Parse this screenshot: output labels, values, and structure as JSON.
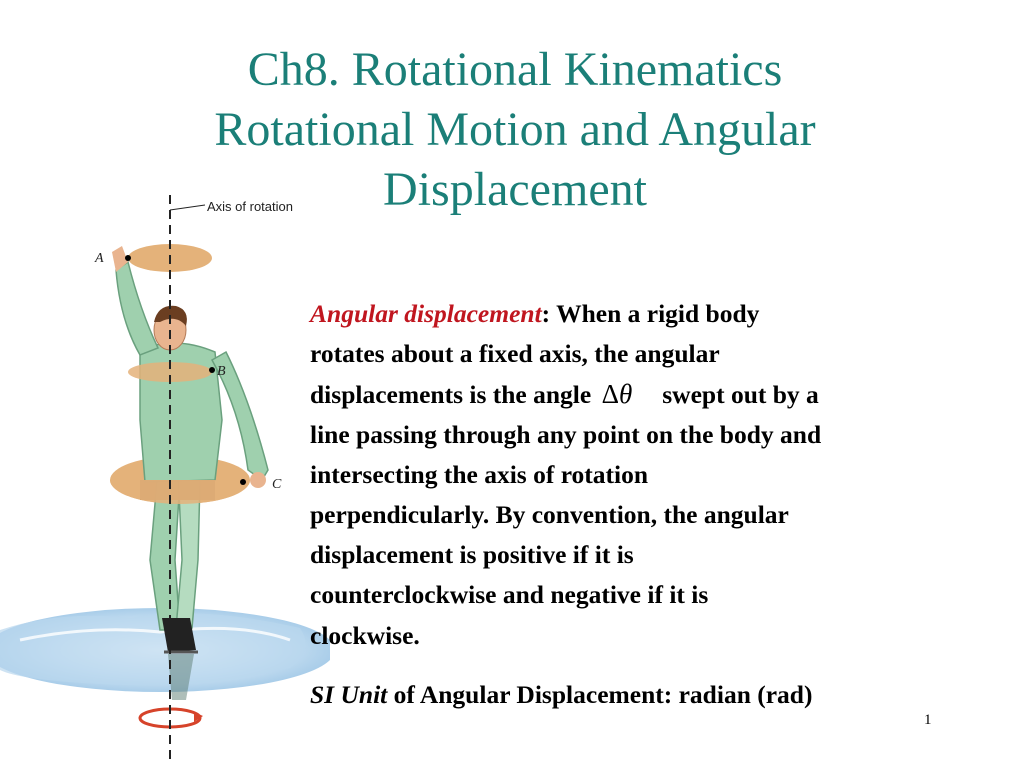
{
  "slide": {
    "title_lines": [
      "Ch8.   Rotational Kinematics",
      "Rotational Motion and Angular",
      "Displacement"
    ],
    "figure": {
      "axis_label": "Axis of rotation",
      "points": [
        "A",
        "B",
        "C"
      ]
    },
    "definition": {
      "term": "Angular displacement",
      "colon": ":",
      "line1_rest": " When a rigid body",
      "line2": "rotates about a fixed axis, the angular",
      "line3_before": "displacements is the angle",
      "delta_symbol": "Δ",
      "theta_symbol": "θ",
      "line3_after": "swept out by a",
      "line4": "line passing through any point on the body and",
      "line5": "intersecting the axis of rotation",
      "line6": "perpendicularly. By convention, the angular",
      "line7": "displacement is positive if it is",
      "line8": "counterclockwise and negative if it is",
      "line9": "clockwise."
    },
    "si_unit": {
      "label": "SI Unit",
      "rest": " of Angular Displacement: radian (rad)"
    },
    "page_number": "1"
  }
}
